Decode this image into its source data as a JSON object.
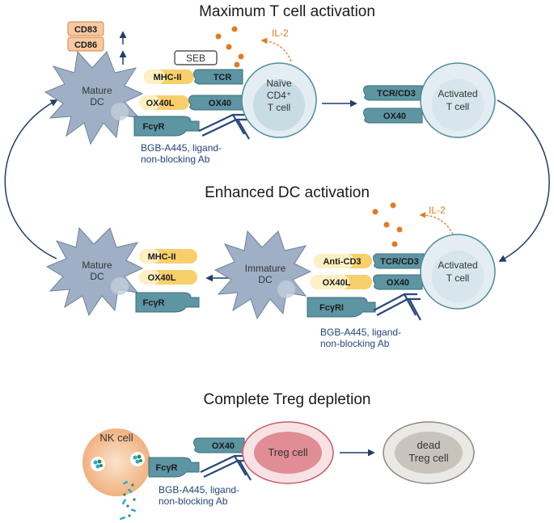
{
  "colors": {
    "dc": "#9fb0c6",
    "dc_nucleus": "#c2cedc",
    "dc_stroke": "#6f8299",
    "receptor": "#5d95a3",
    "receptor_stroke": "#3d6f7c",
    "ligand": "#f7cf6b",
    "ligand_light": "#fff0c3",
    "tcell_fill": "#e3edf2",
    "tcell_stroke": "#4f8c99",
    "tcell_inner": "#c8dce4",
    "antibody": "#26467d",
    "arrow": "#1f3e6b",
    "il2": "#e07c1f",
    "nk": "#f5c79f",
    "treg": "#d96f7a",
    "dead": "#b7b2a8"
  },
  "sections": {
    "top_title": "Maximum T cell activation",
    "middle_title": "Enhanced DC activation",
    "bottom_title": "Complete Treg depletion"
  },
  "top": {
    "dc_label": [
      "Mature",
      "DC"
    ],
    "markers": [
      "CD83",
      "CD86"
    ],
    "seb": "SEB",
    "dc_molecules": [
      "MHC-II",
      "OX40L",
      "FcγR"
    ],
    "tcell_molecules": [
      "TCR",
      "OX40"
    ],
    "naive_label": [
      "Naïve",
      "CD4⁺",
      "T cell"
    ],
    "il2": "IL-2",
    "antibody": [
      "BGB-A445, ligand-",
      "non-blocking Ab"
    ],
    "activated_molecules": [
      "TCR/CD3",
      "OX40"
    ],
    "activated_label": [
      "Activated",
      "T cell"
    ]
  },
  "middle": {
    "mature_label": [
      "Mature",
      "DC"
    ],
    "mature_molecules": [
      "MHC-II",
      "OX40L",
      "FcγR"
    ],
    "immature_label": [
      "Immature",
      "DC"
    ],
    "immature_molecules": [
      "Anti-CD3",
      "OX40L",
      "FcγRI"
    ],
    "tcell_molecules": [
      "TCR/CD3",
      "OX40"
    ],
    "il2": "IL-2",
    "activated_label": [
      "Activated",
      "T cell"
    ],
    "antibody": [
      "BGB-A445, ligand-",
      "non-blocking Ab"
    ]
  },
  "bottom": {
    "nk_label": "NK cell",
    "nk_molecule": "FcγR",
    "treg_molecule": "OX40",
    "treg_label": "Treg cell",
    "dead_label": [
      "dead",
      "Treg cell"
    ],
    "antibody": [
      "BGB-A445, ligand-",
      "non-blocking Ab"
    ]
  }
}
